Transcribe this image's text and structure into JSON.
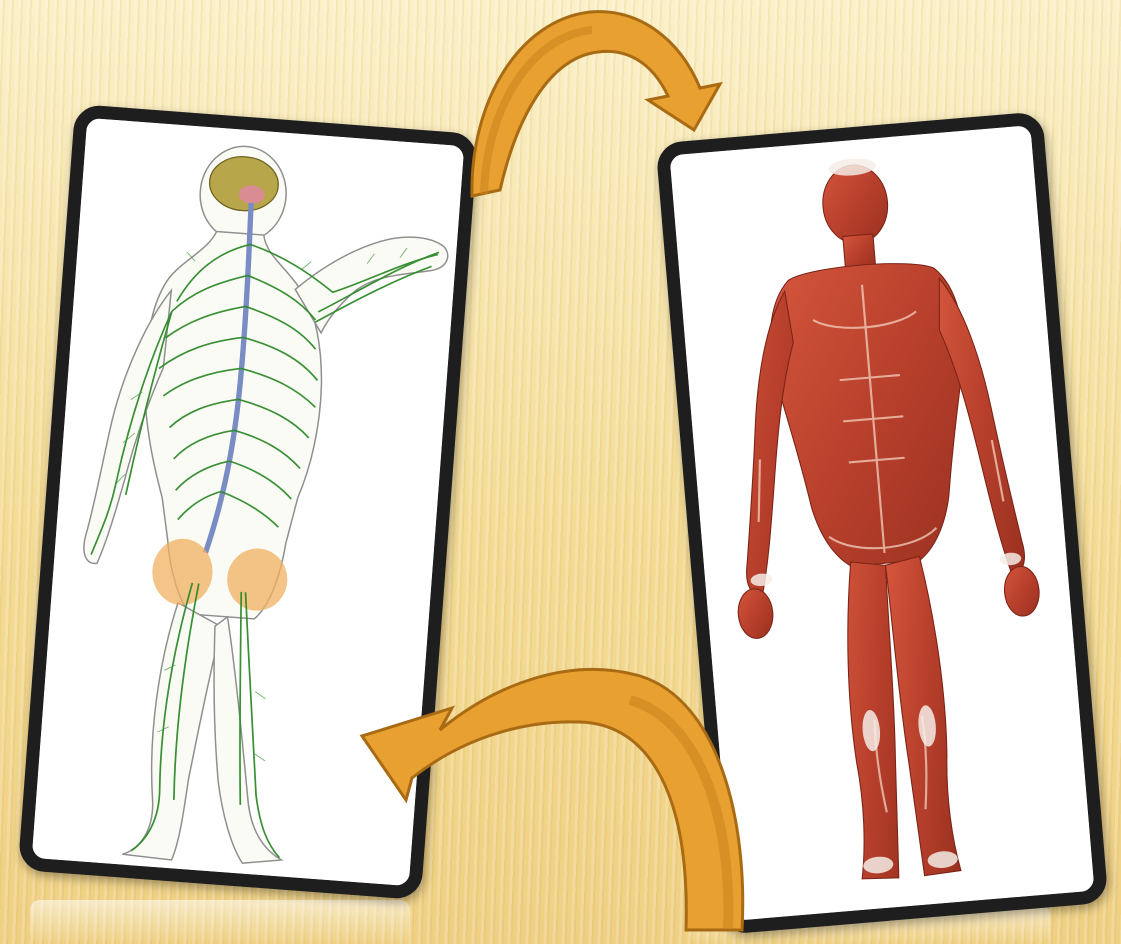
{
  "slide": {
    "background_color": "#f6e3a4",
    "card_border_color": "#1e1e1e",
    "arrow_fill": "#e8a030",
    "arrow_stroke": "#a86b14",
    "arrow_shade": "#c8841e"
  },
  "images": [
    {
      "name": "nervous-system-figure",
      "description_icon": "nervous-system-illustration"
    },
    {
      "name": "muscular-system-figure",
      "description_icon": "muscular-system-illustration"
    }
  ],
  "arrows": [
    {
      "name": "curved-arrow-top",
      "direction": "left-to-right"
    },
    {
      "name": "curved-arrow-bottom",
      "direction": "right-to-left"
    }
  ]
}
